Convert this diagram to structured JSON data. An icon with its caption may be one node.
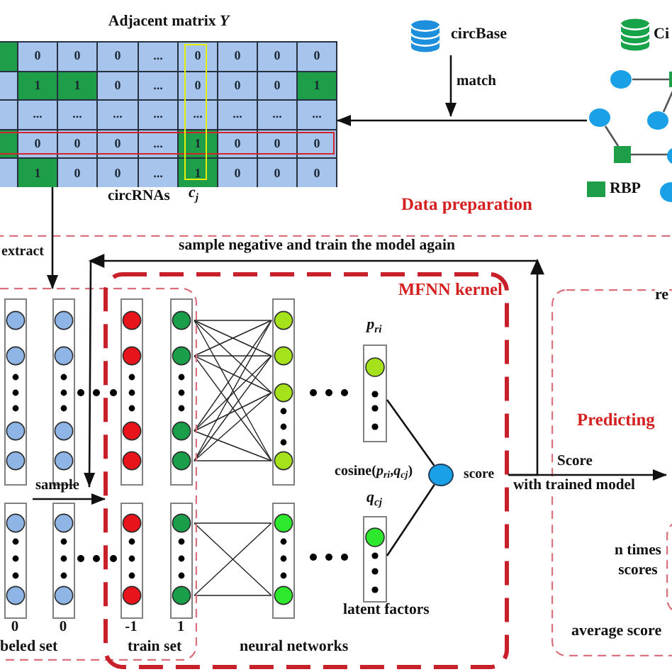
{
  "diagram": {
    "nodes": [
      {
        "text": [
          "Data preparation"
        ]
      },
      {
        "text": [
          "Adjacent matrix *Y*"
        ],
        "beside": [
          "circRNAs",
          "*c*$_{j}$"
        ],
        "in": 0
      },
      {
        "text": [
          "circBase"
        ],
        "in": 0
      },
      {
        "text": [
          "Ci"
        ],
        "in": 0
      },
      {
        "text": [],
        "shape": "picture",
        "in": 0
      },
      {
        "text": [],
        "shape": "box"
      },
      {
        "text": [
          "MFNN kernel"
        ]
      },
      {
        "text": [
          "*p*$_{ri}$"
        ],
        "in": 6
      },
      {
        "text": [],
        "shape": "circle",
        "beside": [
          "cosine(*p*$_{ri}$,*q*$_{cj}$)",
          "score"
        ],
        "in": 6
      },
      {
        "text": [
          "*q*$_{cj}$"
        ],
        "in": 6
      },
      {
        "text": [
          "re",
          "Predicting"
        ]
      },
      {
        "text": [],
        "shape": "box",
        "beside": [
          "n times scores"
        ],
        "in": 10
      }
    ],
    "edges": [
      {
        "from": 4,
        "to": 1,
        "arrow": "to"
      },
      {
        "from": 2,
        "to": null,
        "arrow": "to",
        "label": "match"
      },
      {
        "from": 1,
        "to": 5,
        "arrow": "to",
        "label": "extract"
      },
      {
        "from": 6,
        "to": 10,
        "arrow": "to",
        "label": "Score"
      },
      {
        "from": 6,
        "to": 5,
        "arrow": "to",
        "label": "sample negative and train the model again"
      },
      {
        "from": 5,
        "to": 6,
        "arrow": "to",
        "label": "sample"
      },
      {
        "from": 7,
        "to": 8,
        "arrow": "none"
      },
      {
        "from": 9,
        "to": 8,
        "arrow": "none"
      }
    ],
    "labels": [
      "0",
      "0",
      "0",
      "...",
      "0",
      "0",
      "0",
      "0",
      "1",
      "1",
      "0",
      "...",
      "0",
      "0",
      "0",
      "1",
      "...",
      "...",
      "...",
      "...",
      "...",
      "...",
      "...",
      "...",
      "0",
      "0",
      "0",
      "...",
      "1",
      "0",
      "0",
      "0",
      "1",
      "0",
      "0",
      "...",
      "1",
      "0",
      "0",
      "0",
      "with trained model",
      "latent factors",
      "0",
      "0",
      "-1",
      "1",
      "average score",
      "beled set",
      "train set",
      "neural networks"
    ],
    "legend": [
      {
        "text": "RBP",
        "color": "#1f9e49"
      }
    ]
  }
}
